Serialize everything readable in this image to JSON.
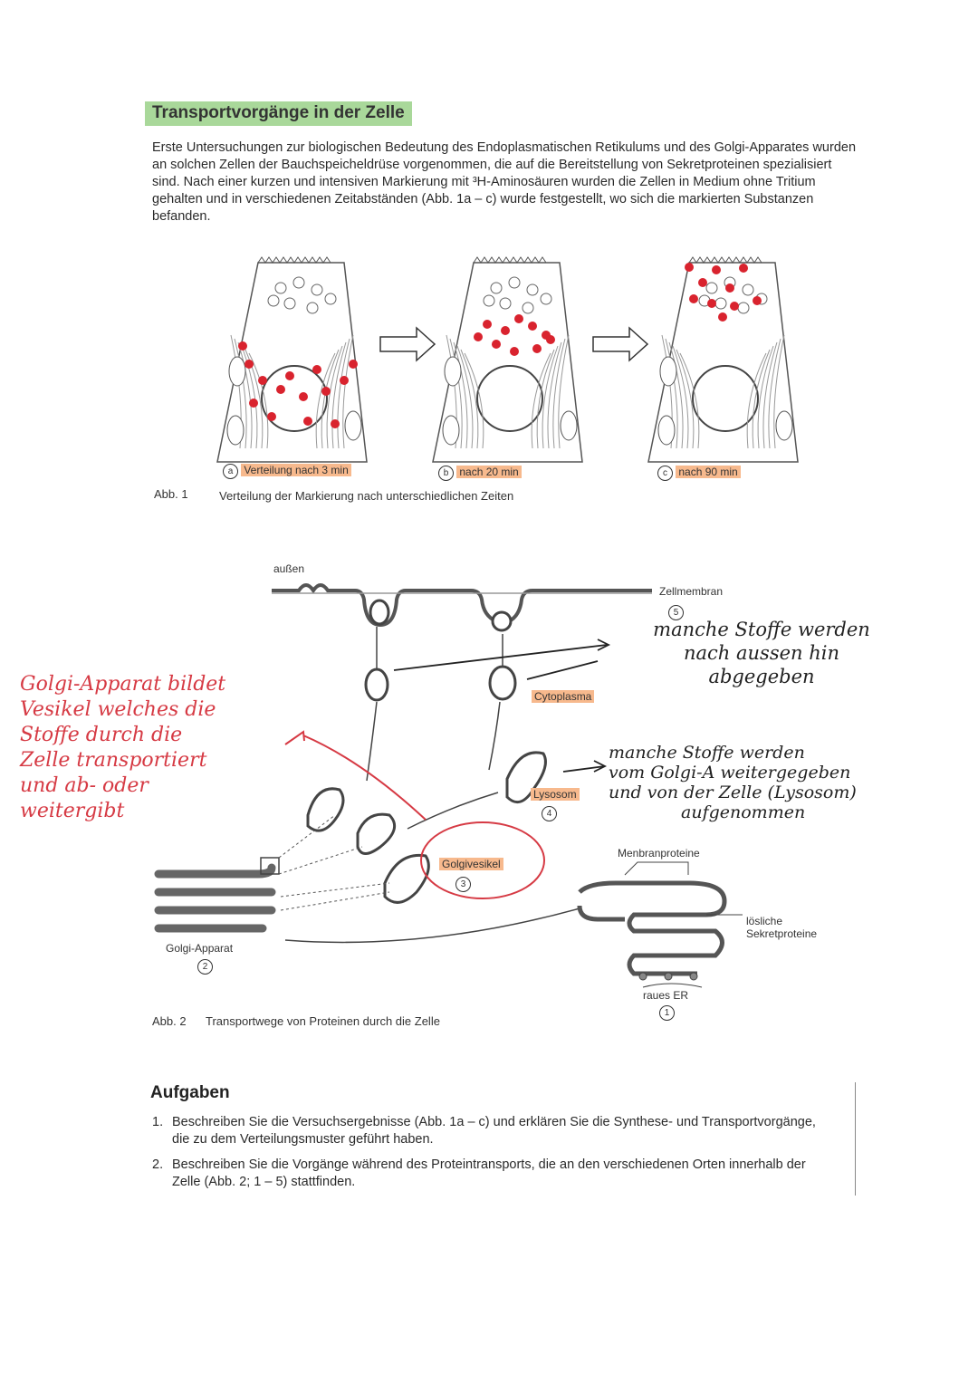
{
  "title": "Transportvorgänge in der Zelle",
  "intro": "Erste Untersuchungen zur biologischen Bedeutung des Endoplasmatischen Retikulums und des Golgi-Apparates wurden an solchen Zellen der Bauchspeicheldrüse vorgenommen, die auf die Bereitstellung von Sekretproteinen spezialisiert sind. Nach einer kurzen und intensiven Markierung mit ³H-Aminosäuren wurden die Zellen in Medium ohne Tritium gehalten und in verschiedenen Zeitabständen (Abb. 1a – c) wurde festgestellt, wo sich die markierten Substanzen befanden.",
  "fig1": {
    "label": "Abb. 1",
    "caption": "Verteilung der Markierung nach unterschiedlichen Zeiten",
    "panels": [
      {
        "letter": "a",
        "text": "Verteilung nach 3 min"
      },
      {
        "letter": "b",
        "text": "nach 20 min"
      },
      {
        "letter": "c",
        "text": "nach 90 min"
      }
    ],
    "accent_color": "#d9232e"
  },
  "fig2": {
    "label": "Abb. 2",
    "caption": "Transportwege von Proteinen durch die Zelle",
    "labels": {
      "aussen": "außen",
      "zellmembran": "Zellmembran",
      "zellmembran_num": "5",
      "cytoplasma": "Cytoplasma",
      "lysosom": "Lysosom",
      "lysosom_num": "4",
      "golgivesikel": "Golgivesikel",
      "golgivesikel_num": "3",
      "golgi": "Golgi-Apparat",
      "golgi_num": "2",
      "membranproteine": "Menbranproteine",
      "loesliche": "lösliche Sekretproteine",
      "raues_er": "raues ER",
      "raues_er_num": "1"
    }
  },
  "handwritten": {
    "left_red": [
      "Golgi-Apparat bildet",
      "Vesikel welches die",
      "Stoffe durch die",
      "Zelle transportiert",
      "und ab- oder",
      "weitergibt"
    ],
    "right_top": [
      "manche Stoffe werden",
      "nach aussen hin",
      "abgegeben"
    ],
    "right_mid": [
      "manche Stoffe werden",
      "vom Golgi-A weitergegeben",
      "und von der Zelle (Lysosom)",
      "aufgenommen"
    ]
  },
  "tasks": {
    "heading": "Aufgaben",
    "items": [
      {
        "n": "1.",
        "text": "Beschreiben Sie die Versuchsergebnisse (Abb. 1a – c) und erklären Sie die Synthese- und Transportvorgänge, die zu dem Verteilungsmuster geführt haben."
      },
      {
        "n": "2.",
        "text": "Beschreiben Sie die Vorgänge während des Proteintransports, die an den verschiedenen Orten innerhalb der Zelle (Abb. 2; 1 – 5) stattfinden."
      }
    ]
  }
}
